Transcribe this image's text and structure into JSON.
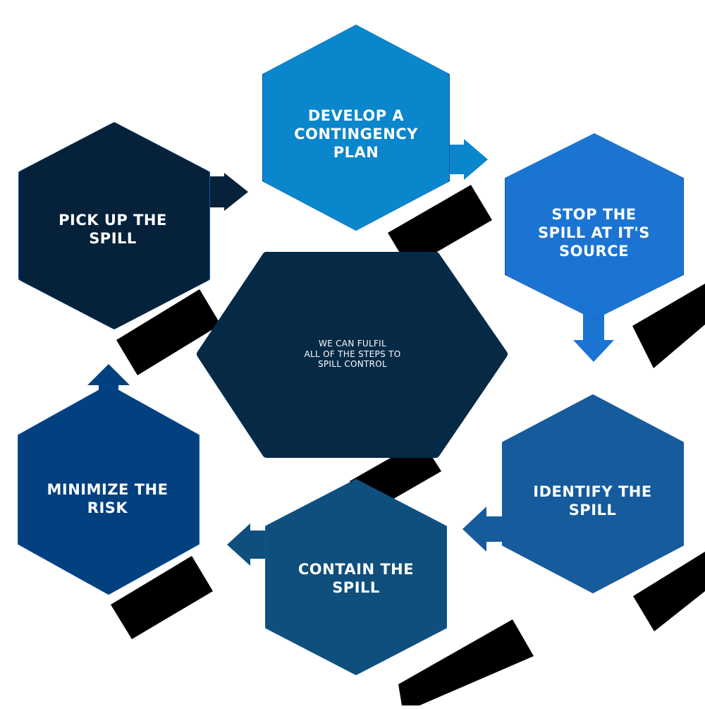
{
  "center": {
    "text": "WE CAN FULFIL\nALL OF THE STEPS TO\nSPILL CONTROL"
  },
  "steps": [
    {
      "id": "develop-contingency-plan",
      "label": "DEVELOP A\nCONTINGENCY\nPLAN",
      "color": "#0a86cc"
    },
    {
      "id": "stop-spill-at-source",
      "label": "STOP THE\nSPILL AT IT'S\nSOURCE",
      "color": "#1b74d2"
    },
    {
      "id": "identify-spill",
      "label": "IDENTIFY THE\nSPILL",
      "color": "#165b9c"
    },
    {
      "id": "contain-spill",
      "label": "CONTAIN THE\nSPILL",
      "color": "#0e4f7d"
    },
    {
      "id": "minimize-risk",
      "label": "MINIMIZE THE\nRISK",
      "color": "#034080"
    },
    {
      "id": "pick-up-spill",
      "label": "PICK UP THE\nSPILL",
      "color": "#06223b"
    }
  ],
  "colors": {
    "center_fill": "#062a45",
    "outline": "#0e5aa7",
    "black_bars": "#000000",
    "background": "#ffffff"
  }
}
